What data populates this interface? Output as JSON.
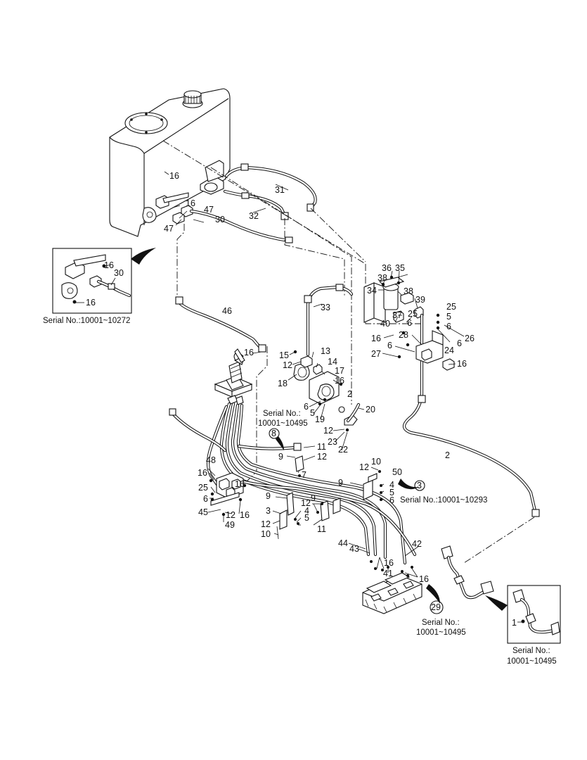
{
  "callouts": {
    "c_tank_16": "16",
    "c_tank2_16": "16",
    "c_47a": "47",
    "c_47b": "47",
    "c_30": "30",
    "c_31": "31",
    "c_32": "32",
    "c_inset1_16a": "16",
    "c_inset1_30": "30",
    "c_inset1_16b": "16",
    "c_46": "46",
    "c_33": "33",
    "c_36": "36",
    "c_35": "35",
    "c_38a": "38",
    "c_34": "34",
    "c_38b": "38",
    "c_39": "39",
    "c_37": "37",
    "c_25a": "25",
    "c_40": "40",
    "c_6a": "6",
    "c_25b": "25",
    "c_5a": "5",
    "c_6b": "6",
    "c_26": "26",
    "c_16r1": "16",
    "c_28": "28",
    "c_6c": "6",
    "c_24": "24",
    "c_27": "27",
    "c_16r2": "16",
    "c_16j": "16",
    "c_15": "15",
    "c_13": "13",
    "c_12a": "12",
    "c_14": "14",
    "c_17": "17",
    "c_16p": "16",
    "c_18": "18",
    "c_2a": "2",
    "c_6d": "6",
    "c_5b": "5",
    "c_19": "19",
    "c_20": "20",
    "c_12b": "12",
    "c_23": "23",
    "c_22": "22",
    "c_2b": "2",
    "c_11a": "11",
    "c_9a": "9",
    "c_12c": "12",
    "c_7": "7",
    "c_48": "48",
    "c_16v1": "16",
    "c_16v2": "16",
    "c_25c": "25",
    "c_6e": "6",
    "c_45": "45",
    "c_12d": "12",
    "c_16v3": "16",
    "c_49": "49",
    "c_9b": "9",
    "c_10a": "10",
    "c_12e": "12",
    "c_50": "50",
    "c_9c": "9",
    "c_4a": "4",
    "c_5c": "5",
    "c_6f": "6",
    "c_9d": "9",
    "c_12f": "12",
    "c_3": "3",
    "c_4b": "4",
    "c_5d": "5",
    "c_6g": "6",
    "c_11b": "11",
    "c_12g": "12",
    "c_10b": "10",
    "c_44": "44",
    "c_43": "43",
    "c_42": "42",
    "c_16c1": "16",
    "c_41": "41",
    "c_16c2": "16",
    "c_inset2_1": "1"
  },
  "references": {
    "ref_8": "8",
    "ref_3": "3",
    "ref_29": "29"
  },
  "serial_notes": {
    "inset1_serial": "Serial No.:10001~10272",
    "pump_serial_line1": "Serial No.:",
    "pump_serial_line2": "10001~10495",
    "bracket_serial": "Serial No.:10001~10293",
    "valve_serial_line1": "Serial No.:",
    "valve_serial_line2": "10001~10495",
    "inset2_serial_line1": "Serial No.:",
    "inset2_serial_line2": "10001~10495"
  }
}
